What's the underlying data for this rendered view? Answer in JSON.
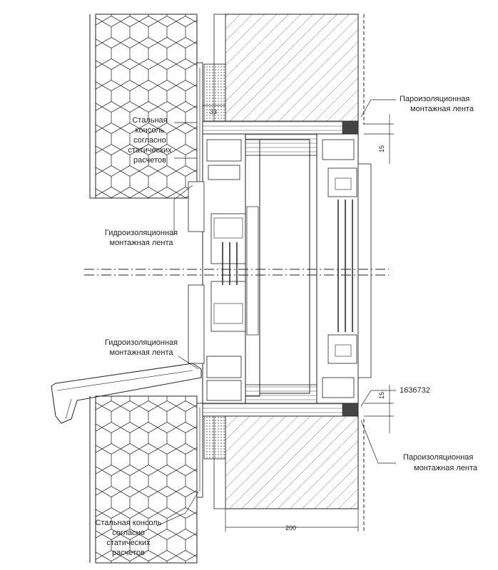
{
  "labels": {
    "vapor_top": [
      "Пароизоляционная",
      "монтажная лента"
    ],
    "steel_top": [
      "Стальная",
      "консоль",
      "согласно",
      "статических",
      "расчетов"
    ],
    "hydro_top": [
      "Гидроизоляционная",
      "монтажная лента"
    ],
    "hydro_bottom": [
      "Гидроизоляционная",
      "монтажная лента"
    ],
    "code": "1636732",
    "vapor_bottom": [
      "Пароизоляционная",
      "монтажная лента"
    ],
    "steel_bottom": [
      "Стальная консоль",
      "согласно",
      "статических",
      "расчетов"
    ]
  },
  "dimensions": {
    "d33": "33",
    "d15_top": "15",
    "d15_bottom": "15",
    "d200": "200"
  },
  "colors": {
    "line": "#222222",
    "fill_hatch": "#ffffff",
    "insulation": "#ffffff"
  }
}
